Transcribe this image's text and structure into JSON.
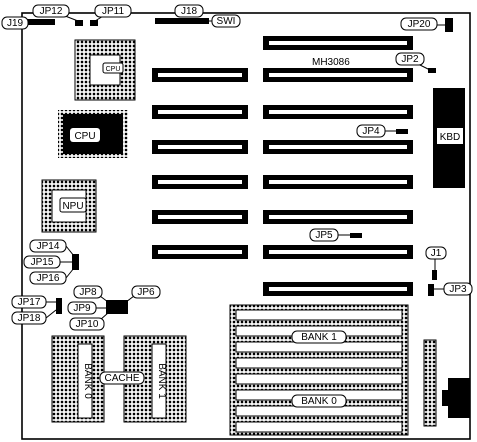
{
  "board": {
    "model": "MH3086",
    "labels": {
      "jp12": "JP12",
      "jp11": "JP11",
      "jp18_top": "J18",
      "swi": "SWI",
      "j19": "J19",
      "jp20": "JP20",
      "jp2": "JP2",
      "jp4": "JP4",
      "jp5": "JP5",
      "j1": "J1",
      "jp3": "JP3",
      "kbd": "KBD",
      "cpu_small": "CPU",
      "cpu": "CPU",
      "npu": "NPU",
      "jp14": "JP14",
      "jp15": "JP15",
      "jp16": "JP16",
      "jp8": "JP8",
      "jp6": "JP6",
      "jp9": "JP9",
      "jp10": "JP10",
      "jp17": "JP17",
      "jp18": "JP18",
      "bank1_right": "BANK 1",
      "bank0_right": "BANK 0",
      "cache": "CACHE",
      "bank0_left": "BANK 0",
      "bank1_left": "BANK 1"
    }
  }
}
